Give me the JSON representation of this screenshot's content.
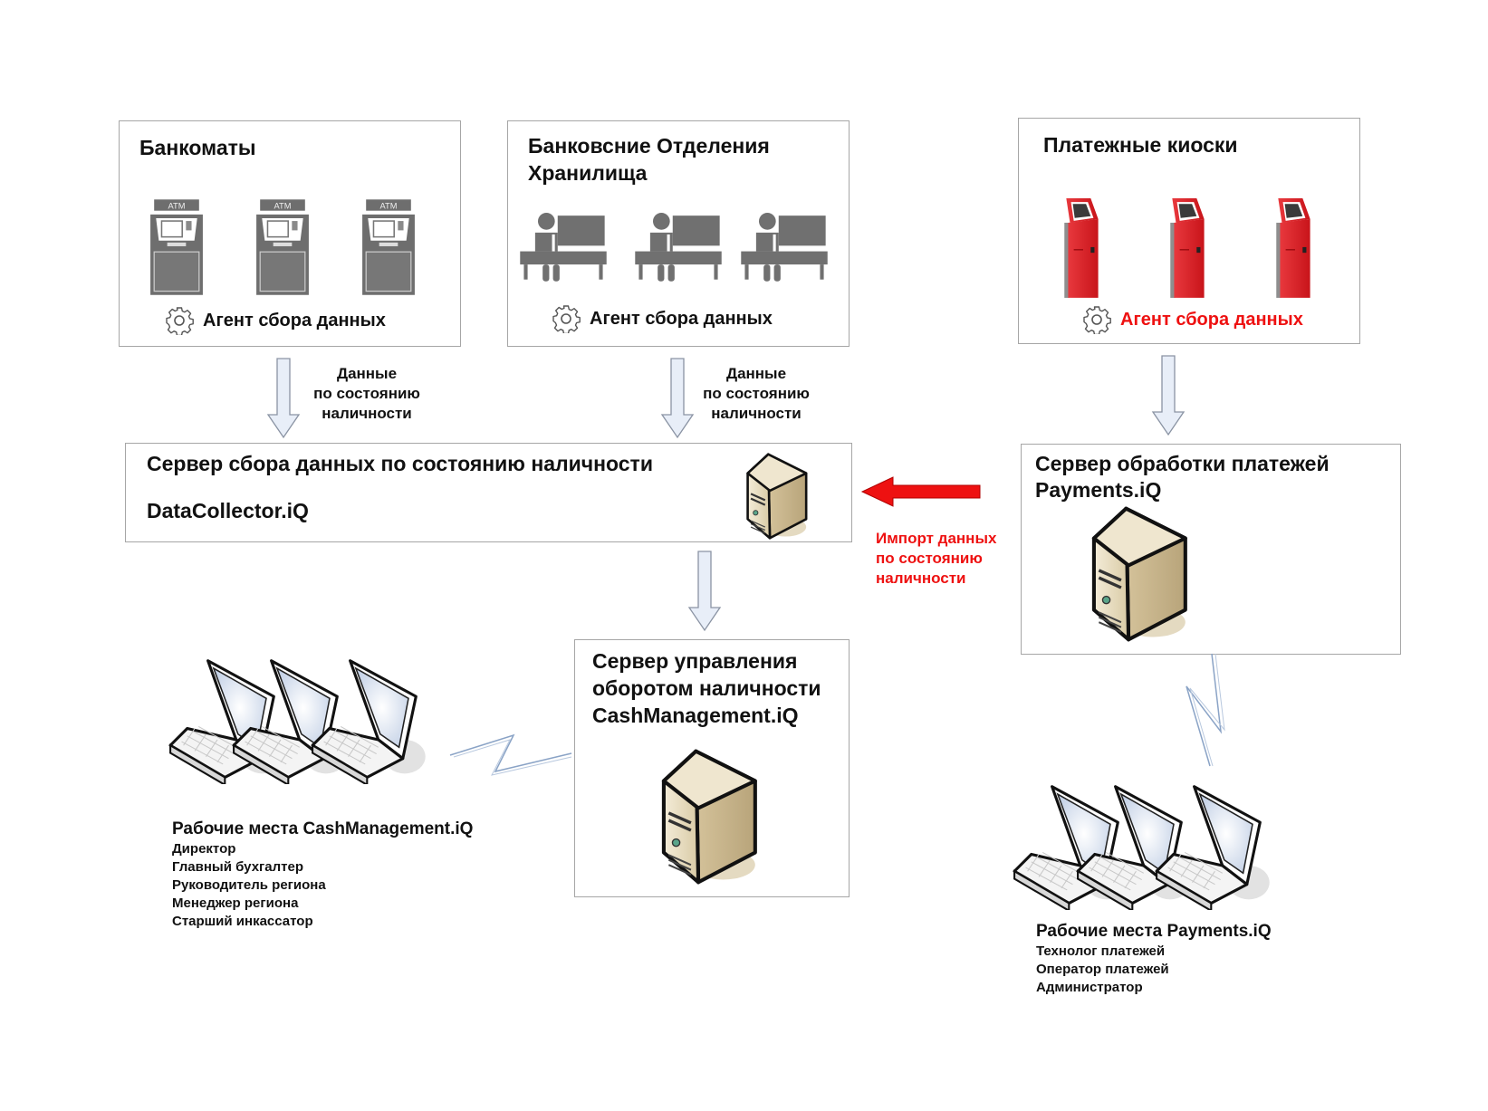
{
  "groups": {
    "atms": {
      "title": "Банкоматы",
      "device_label": "ATM",
      "device_count": 3,
      "agent_label": "Агент сбора данных"
    },
    "branches": {
      "title_line1": "Банковсние Отделения",
      "title_line2": "Хранилища",
      "device_count": 3,
      "agent_label": "Агент сбора данных"
    },
    "kiosks": {
      "title": "Платежные киоски",
      "device_count": 3,
      "agent_label": "Агент сбора данных"
    }
  },
  "flows": {
    "atm_to_collector": {
      "line1": "Данные",
      "line2": "по состоянию",
      "line3": "наличности"
    },
    "branch_to_collector": {
      "line1": "Данные",
      "line2": "по состоянию",
      "line3": "наличности"
    },
    "payments_to_collector": {
      "line1": "Импорт данных",
      "line2": "по состоянию",
      "line3": "наличности"
    }
  },
  "servers": {
    "collector": {
      "title": "Сервер сбора данных по состоянию наличности",
      "product": "DataCollector.iQ"
    },
    "payments": {
      "title": "Сервер обработки платежей",
      "product": "Payments.iQ"
    },
    "cash_management": {
      "title_line1": "Сервер управления",
      "title_line2": "оборотом наличности",
      "product": "CashManagement.iQ"
    }
  },
  "workstations": {
    "cash_management": {
      "heading": "Рабочие места CashManagement.iQ",
      "roles": [
        "Директор",
        "Главный бухгалтер",
        "Руководитель региона",
        "Менеджер региона",
        "Старший инкассатор"
      ]
    },
    "payments": {
      "heading": "Рабочие места Payments.iQ",
      "roles": [
        "Технолог платежей",
        "Оператор платежей",
        "Администратор"
      ]
    }
  },
  "colors": {
    "accent_red": "#ee1111",
    "device_gray": "#707070",
    "box_border": "#a6a6a6",
    "arrow_fill": "#e8eef8",
    "arrow_stroke": "#8a93a3"
  }
}
